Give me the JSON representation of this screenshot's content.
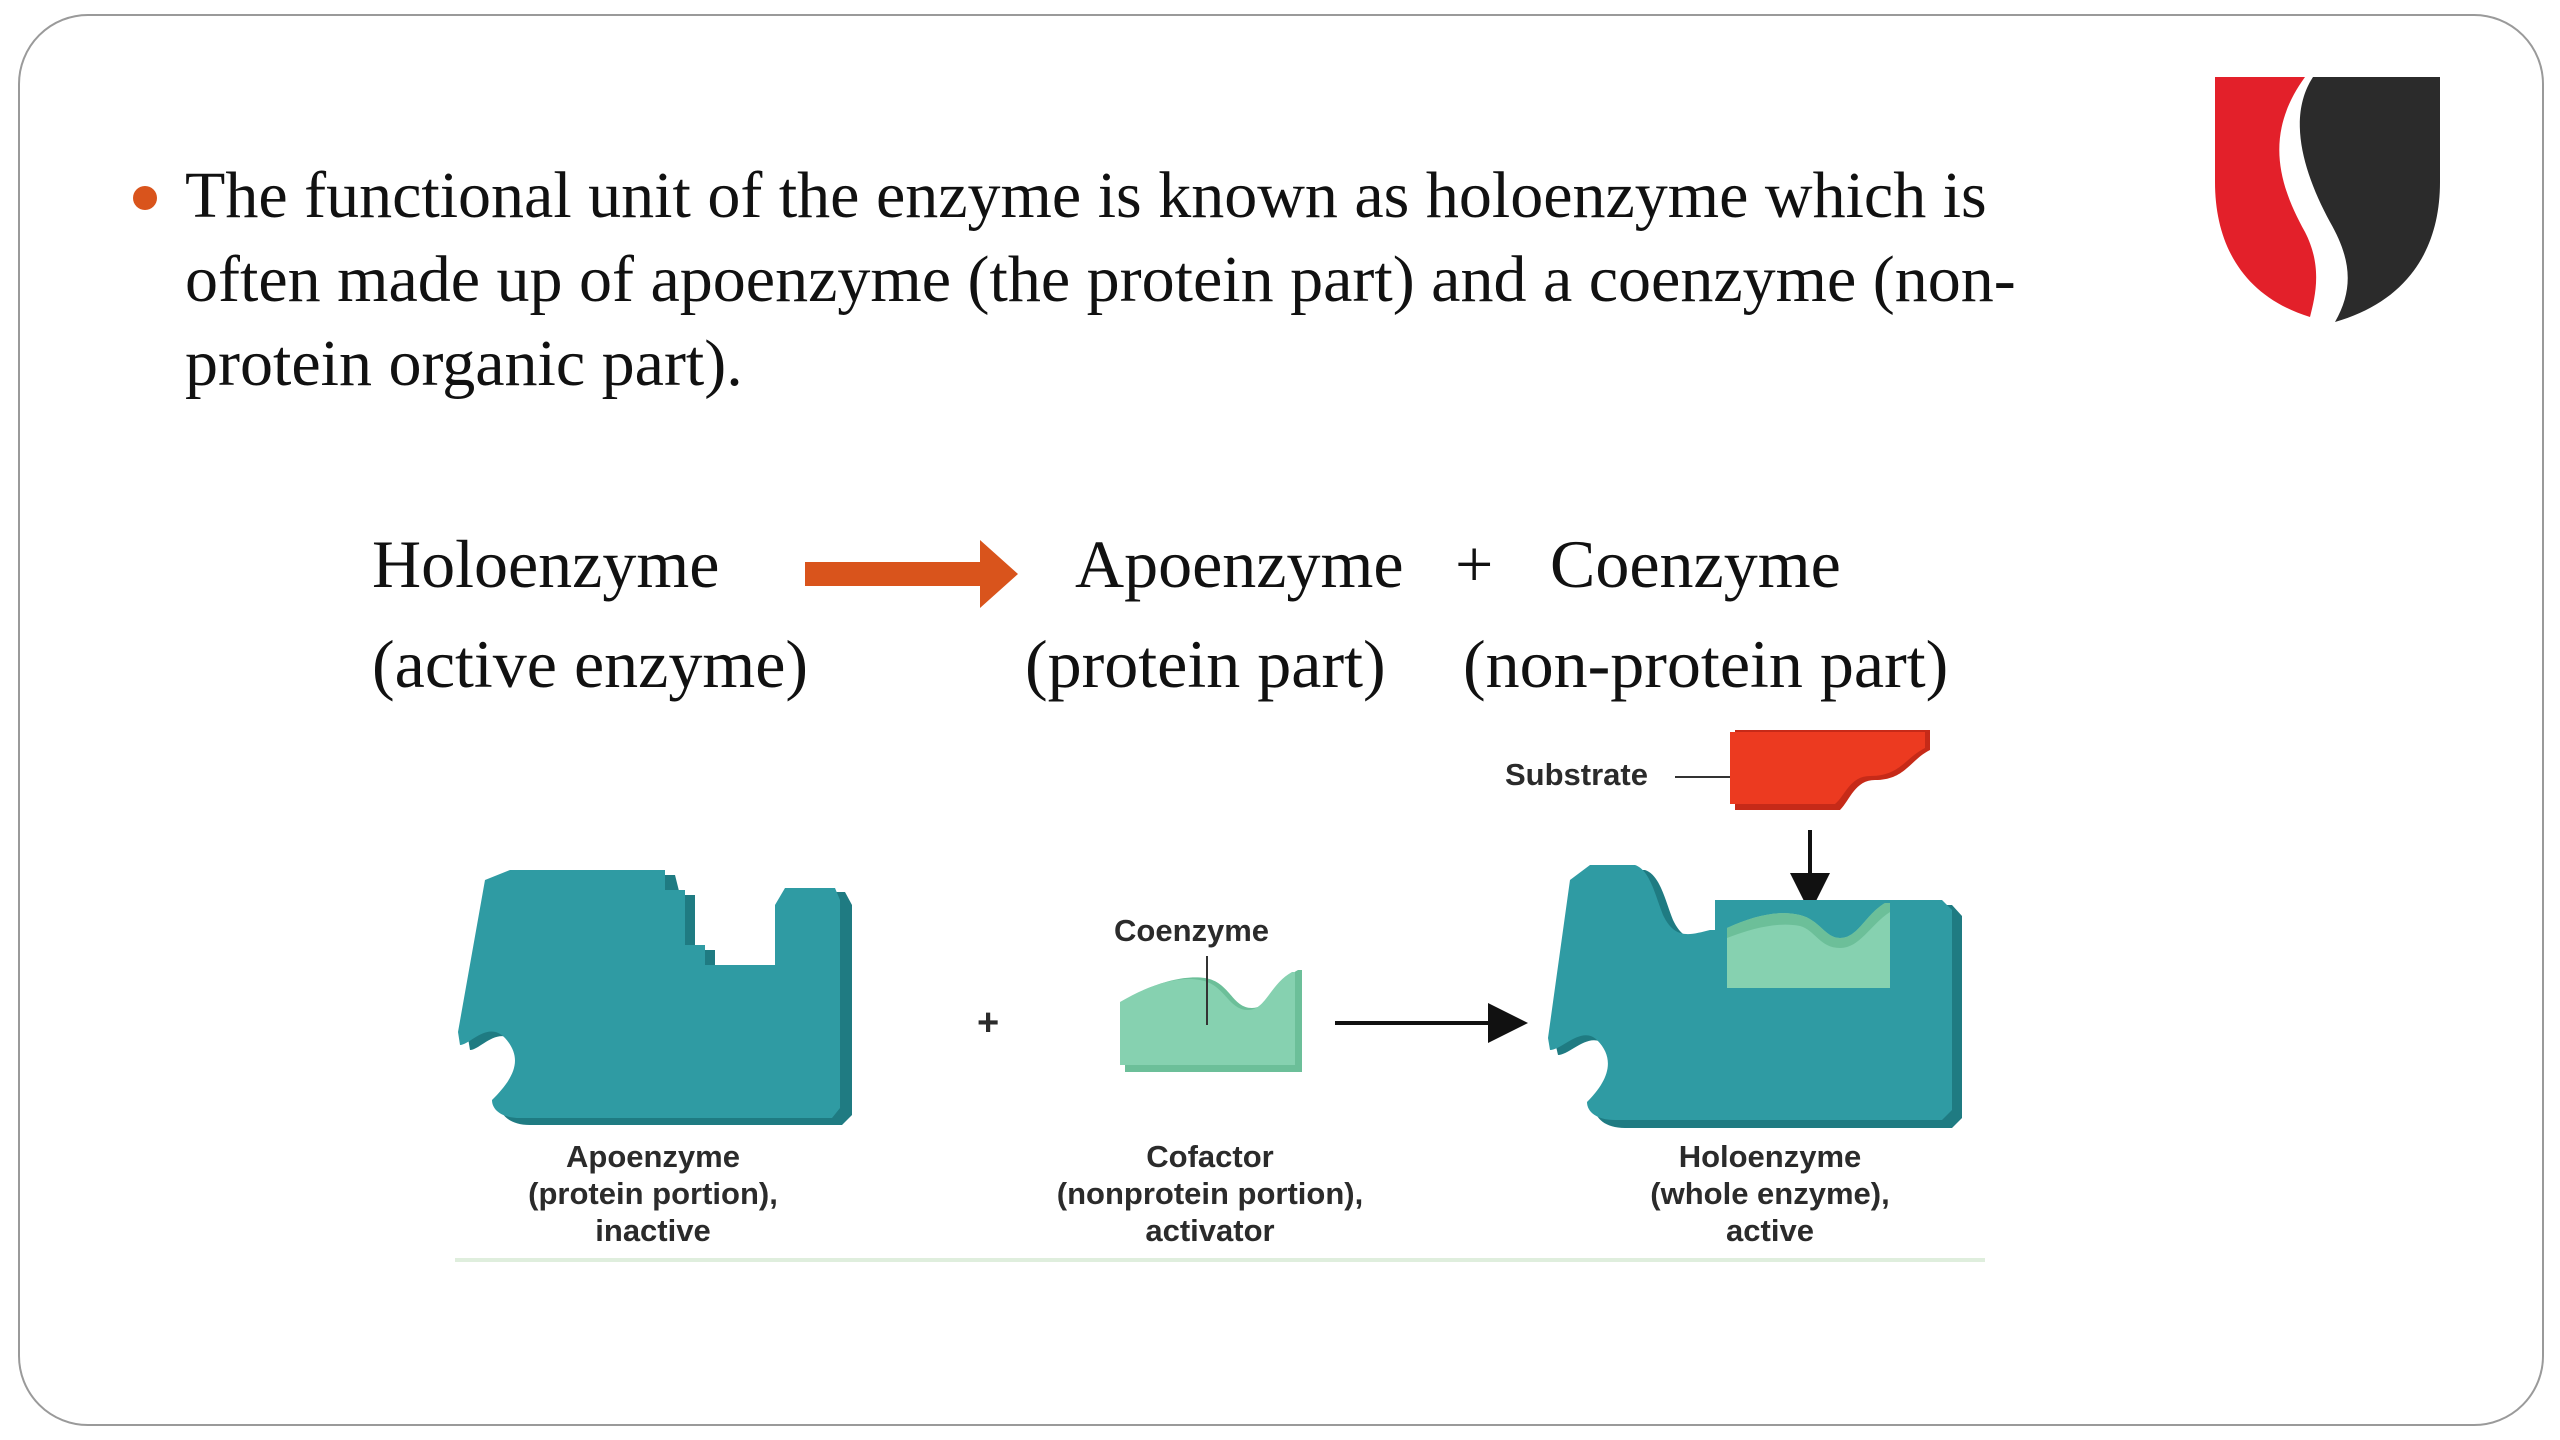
{
  "slide": {
    "bullet": "The functional unit of the enzyme is known as holoenzyme which is often made up of apoenzyme (the protein part) and a coenzyme (non-protein organic part).",
    "bullet_color": "#d9541c",
    "logo_icon": "red-black-shield-logo"
  },
  "equation": {
    "holo_term": "Holoenzyme",
    "holo_note": "(active enzyme)",
    "arrow_color": "#d9541c",
    "apo_term": "Apoenzyme",
    "apo_note": "(protein part)",
    "plus": "+",
    "co_term": "Coenzyme",
    "co_note": "(non-protein part)"
  },
  "diagram": {
    "substrate_label": "Substrate",
    "coenzyme_label": "Coenzyme",
    "plus": "+",
    "apoenzyme_caption": [
      "Apoenzyme",
      "(protein portion),",
      "inactive"
    ],
    "cofactor_caption": [
      "Cofactor",
      "(nonprotein portion),",
      "activator"
    ],
    "holoenzyme_caption": [
      "Holoenzyme",
      "(whole enzyme),",
      "active"
    ],
    "colors": {
      "protein": "#2f9ba3",
      "cofactor": "#86d1b0",
      "substrate": "#ec3a20"
    }
  }
}
